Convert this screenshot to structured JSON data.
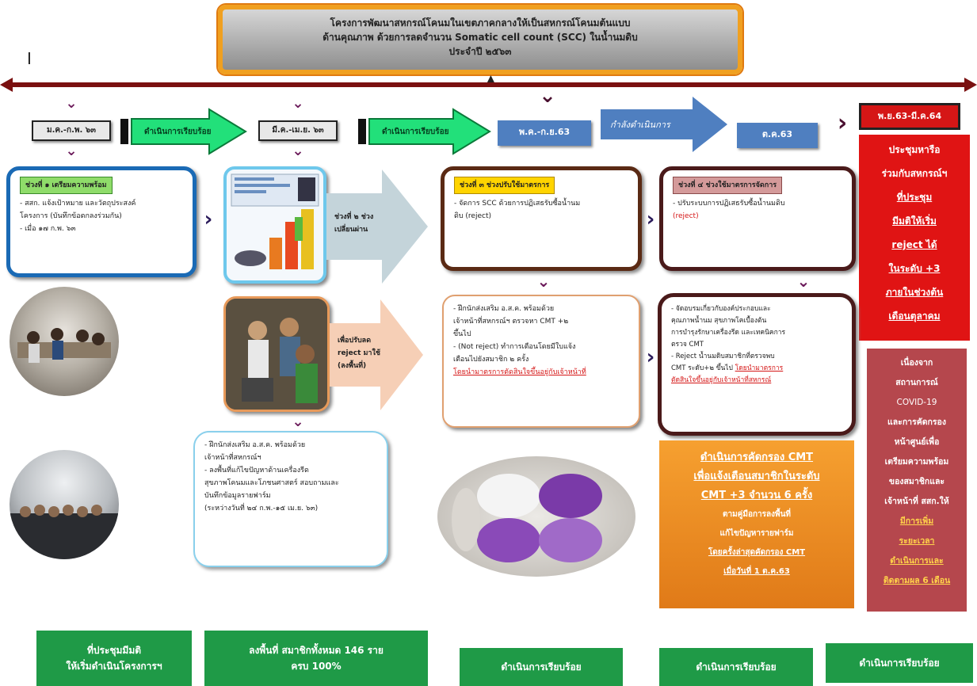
{
  "header": {
    "line1": "โครงการพัฒนาสหกรณ์โคนมในเขตภาคกลางให้เป็นสหกรณ์โคนมต้นแบบ",
    "line2": "ด้านคุณภาพ ด้วยการลดจำนวน Somatic cell count (SCC) ในน้ำนมดิบ",
    "line3": "ประจำปี ๒๕๖๓"
  },
  "timeline": {
    "d1": "ม.ค.-ก.พ. ๖๓",
    "d2": "มี.ค.-เม.ย. ๖๓",
    "d3": "พ.ค.-ก.ย.63",
    "d4": "ต.ค.63",
    "d5": "พ.ย.63-มี.ค.64",
    "a1": "ดำเนินการเรียบร้อย",
    "a2": "ดำเนินการเรียบร้อย",
    "a3": "กำลังดำเนินการ"
  },
  "phase1": {
    "tag": "ช่วงที่ ๑ เตรียมความพร้อม",
    "line1": "- สสก. แจ้งเป้าหมาย และวัตถุประสงค์",
    "line2": "โครงการ (บันทึกข้อตกลงร่วมกัน)",
    "line3": "- เมื่อ ๑๗ ก.พ. ๖๓"
  },
  "phase2": {
    "label1": "ช่วงที่ ๒ ช่วง",
    "label2": "เปลี่ยนผ่าน",
    "sub1": "เพื่อปรับลด",
    "sub2": "reject มาใช้",
    "sub3": "(ลงพื้นที่)"
  },
  "phase3": {
    "tag": "ช่วงที่ ๓ ช่วงปรับใช้มาตรการ",
    "line1": "- จัดการ SCC ด้วยการปฏิเสธรับซื้อน้ำนม",
    "line2": "ดิบ (reject)"
  },
  "phase4": {
    "tag": "ช่วงที่ ๔ ช่วงใช้มาตรการจัดการ",
    "line1": "- ปรับระบบการปฏิเสธรับซื้อน้ำนมดิบ",
    "line2": "(reject)"
  },
  "box_phase2_detail": {
    "l1": "- ฝึกนักส่งเสริม อ.ส.ค. พร้อมด้วย",
    "l2": "เจ้าหน้าที่สหกรณ์ฯ",
    "l3": "- ลงพื้นที่แก้ไขปัญหาด้านเครื่องรีด",
    "l4": "สุขภาพโคนมและโภชนศาสตร์ สอบถามและ",
    "l5": "บันทึกข้อมูลรายฟาร์ม",
    "l6": "(ระหว่างวันที่ ๒๔ ก.พ.-๑๕ เม.ย. ๖๓)"
  },
  "box_phase3_detail": {
    "l1": "- ฝึกนักส่งเสริม อ.ส.ค. พร้อมด้วย",
    "l2": "เจ้าหน้าที่สหกรณ์ฯ ตรวจหา CMT +๒",
    "l3": "ขึ้นไป",
    "l4": "- (Not reject) ทำการเตือนโดยมีใบแจ้ง",
    "l5": "เตือนไปยังสมาชิก ๒ ครั้ง",
    "l6": "โดยนำมาตรการตัดสินใจขึ้นอยู่กับเจ้าหน้าที่"
  },
  "box_phase4_detail": {
    "l1": "- จัดอบรมเกี่ยวกับองค์ประกอบและ",
    "l2": "คุณภาพน้ำนม สุขภาพโคเบื้องต้น",
    "l3": "การบำรุงรักษาเครื่องรีด และเทคนิคการ",
    "l4": "ตรวจ CMT",
    "l5": "- Reject น้ำนมดิบสมาชิกที่ตรวจพบ",
    "l6": "CMT ระดับ+๒ ขึ้นไป",
    "l7": "โดยนำมาตรการ",
    "l8": "ตัดสินใจขึ้นอยู่กับเจ้าหน้าที่สหกรณ์"
  },
  "orange_box": {
    "l1": "ดำเนินการคัดกรอง CMT",
    "l2": "เพื่อแจ้งเตือนสมาชิกในระดับ",
    "l3": "CMT +3 จำนวน 6 ครั้ง",
    "l4": "ตามคู่มือการลงพื้นที่",
    "l5": "แก้ไขปัญหารายฟาร์ม",
    "l6": "โดยครั้งล่าสุดคัดกรอง CMT",
    "l7": "เมื่อวันที่ 1 ต.ค.63"
  },
  "red_box": {
    "l1": "ประชุมหารือ",
    "l2": "ร่วมกับสหกรณ์ฯ",
    "l3": "ที่ประชุม",
    "l4": "มีมติให้เริ่ม",
    "l5": "reject ได้",
    "l6": "ในระดับ +3",
    "l7": "ภายในช่วงต้น",
    "l8": "เดือนตุลาคม"
  },
  "maroon_box": {
    "l1": "เนื่องจาก",
    "l2": "สถานการณ์",
    "l3": "COVID-19",
    "l4": "และการคัดกรอง",
    "l5": "หน้าศูนย์เพื่อ",
    "l6": "เตรียมความพร้อม",
    "l7": "ของสมาชิกและ",
    "l8": "เจ้าหน้าที่ สสก.ให้",
    "l9": "มีการเพิ่ม",
    "l10": "ระยะเวลา",
    "l11": "ดำเนินการและ",
    "l12": "ติดตามผล 6 เดือน"
  },
  "footer": {
    "f1a": "ที่ประชุมมีมติ",
    "f1b": "ให้เริ่มดำเนินโครงการฯ",
    "f2a": "ลงพื้นที่ สมาชิกทั้งหมด 146 ราย",
    "f2b": "ครบ 100%",
    "f3": "ดำเนินการเรียบร้อย",
    "f4": "ดำเนินการเรียบร้อย",
    "f5": "ดำเนินการเรียบร้อย"
  },
  "marker": "I",
  "colors": {
    "timeline": "#7a1010",
    "date_blue": "#4f7fc0",
    "arrow_green": "#22e07a",
    "arrow_blue": "#4f7fc0",
    "alert_red": "#d51616",
    "orange": "#ef8a1a",
    "maroon": "#b5474d",
    "footer_green": "#1f9a47",
    "phase_border_blue": "#1a6ab5",
    "phase_border_brown": "#5a2a14"
  }
}
